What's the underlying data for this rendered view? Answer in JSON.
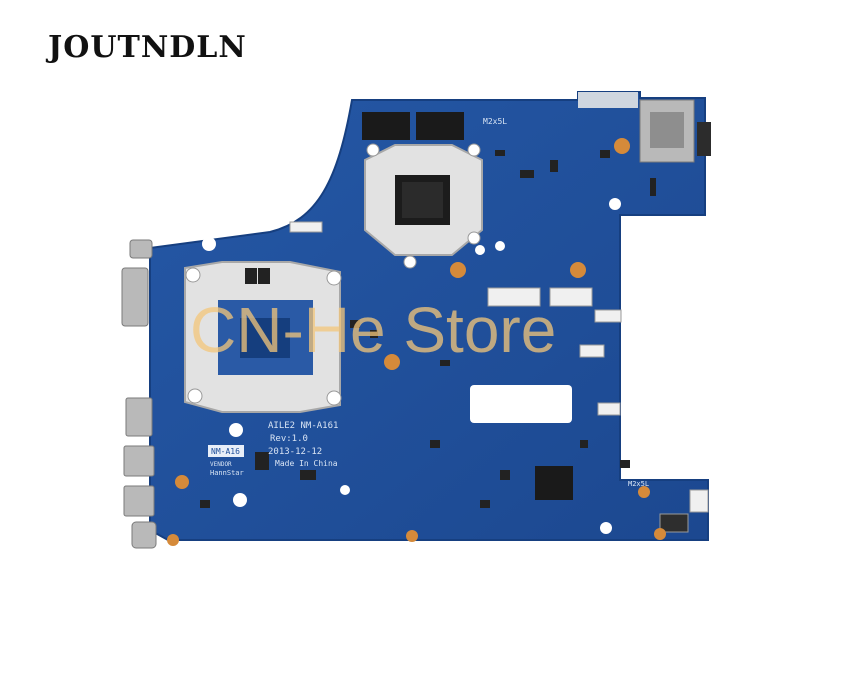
{
  "brand": {
    "name": "JOUTNDLN"
  },
  "watermark": {
    "text": "CN-He Store"
  },
  "board": {
    "model_line": "AILE2 NM-A161",
    "revision": "Rev:1.0",
    "date": "2013-12-12",
    "origin": "Made In China",
    "tag": "NM-A16",
    "vendor_label": "VENDOR",
    "vendor_name": "HannStar",
    "screw_label_top": "M2x5L",
    "screw_label_right": "M2x5L"
  },
  "colors": {
    "pcb": "#1f4f9a",
    "pcb_edge": "#163f80",
    "heatsink": "#e2e2e2",
    "pad_copper": "#d58a3a",
    "port_metal": "#b9b9b9"
  }
}
